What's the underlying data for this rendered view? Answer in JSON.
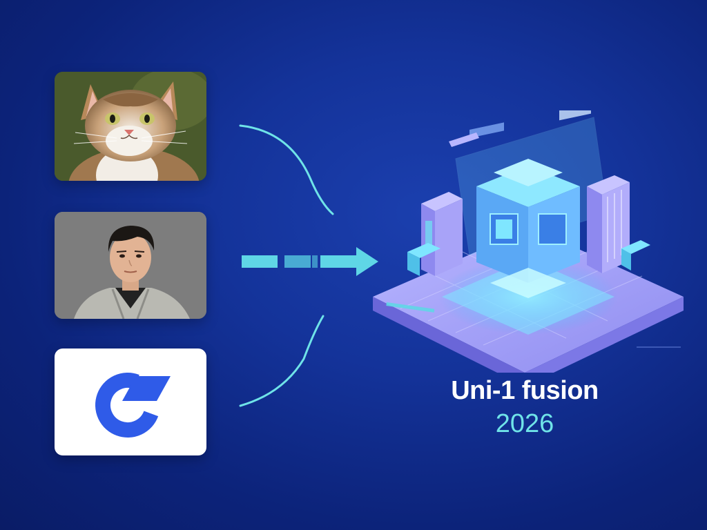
{
  "title": "Uni-1 fusion",
  "year": "2026",
  "colors": {
    "background": "#14339a",
    "accent_cyan": "#6fe3e8",
    "logo_blue": "#2f5be8"
  },
  "inputs": [
    {
      "name": "cat-photo",
      "icon": "cat-image"
    },
    {
      "name": "person-photo",
      "icon": "person-image"
    },
    {
      "name": "logo",
      "icon": "logo-mark"
    }
  ],
  "output_icon": "isometric-server-platform"
}
